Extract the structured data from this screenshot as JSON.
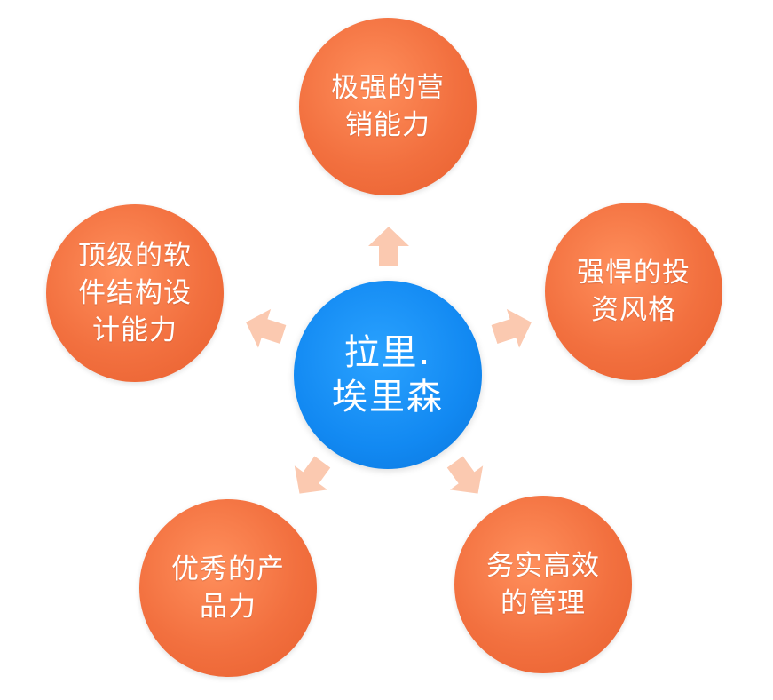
{
  "diagram": {
    "center": {
      "label": "拉里.\n埃里森",
      "color": "#1289f2"
    },
    "nodes": [
      {
        "id": "top",
        "label": "极强的营\n销能力"
      },
      {
        "id": "upper-right",
        "label": "强悍的投\n资风格"
      },
      {
        "id": "lower-right",
        "label": "务实高效\n的管理"
      },
      {
        "id": "lower-left",
        "label": "优秀的产\n品力"
      },
      {
        "id": "upper-left",
        "label": "顶级的软\n件结构设\n计能力"
      }
    ],
    "colors": {
      "node": "#f2703f",
      "arrow": "#fbc9b0",
      "text": "#ffffff"
    }
  }
}
